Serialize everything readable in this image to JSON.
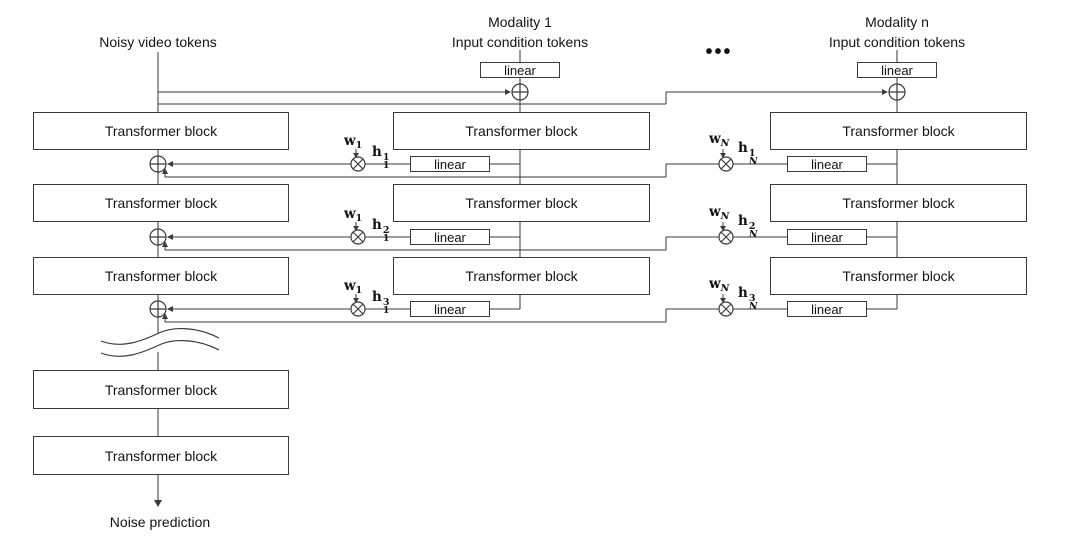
{
  "figure": {
    "video_input_label": "Noisy video tokens",
    "modality1_title": "Modality 1",
    "modality1_subtitle": "Input condition tokens",
    "modalityN_title": "Modality n",
    "modalityN_subtitle": "Input condition tokens",
    "ellipsis": "•••",
    "transformer_block_label": "Transformer block",
    "linear_label": "linear",
    "output_label": "Noise prediction",
    "math": {
      "w": "w",
      "h": "h",
      "sub_one": "1",
      "sub_n": "N",
      "sup_one": "1",
      "sup_two": "2",
      "sup_three": "3"
    },
    "colors": {
      "line": "#3a3a3a",
      "text": "#141414",
      "background": "#ffffff"
    }
  }
}
